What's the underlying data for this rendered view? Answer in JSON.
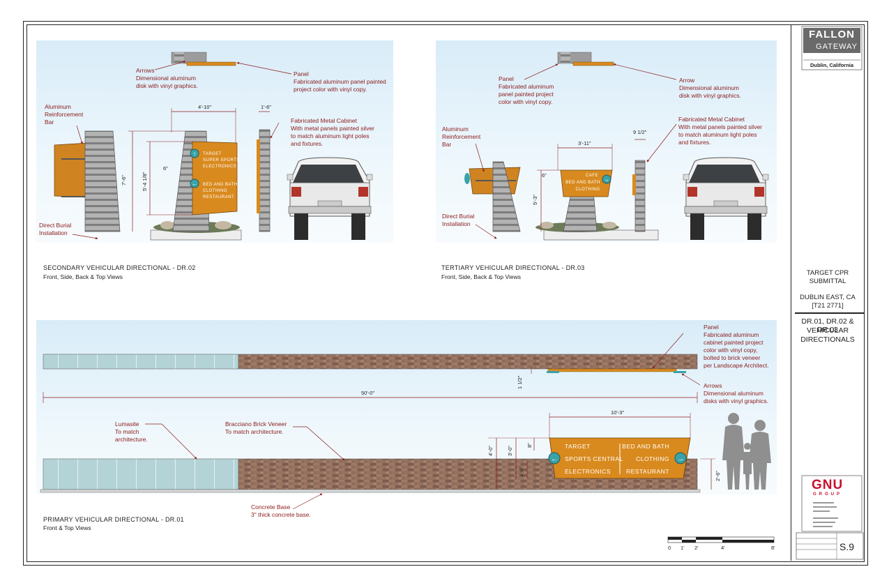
{
  "titleblock": {
    "logo_line1": "FALLON",
    "logo_line2": "GATEWAY",
    "logo_location": "Dublin, California",
    "project_line1": "TARGET CPR",
    "project_line2": "SUBMITTAL",
    "site_line1": "DUBLIN EAST, CA",
    "site_line2": "[T21 2771]",
    "sheet_title_line1": "DR.01, DR.02 & DR.03",
    "sheet_title_line2": "VEHICULAR",
    "sheet_title_line3": "DIRECTIONALS",
    "firm_logo": "GNU",
    "firm_sub": "GROUP",
    "sheet_number": "S.9"
  },
  "secondary": {
    "caption_title": "SECONDARY VEHICULAR DIRECTIONAL - DR.02",
    "caption_sub": "Front, Side, Back & Top Views",
    "ann_arrows": "Arrows\nDimensional aluminum\ndisk with vinyl graphics.",
    "ann_panel": "Panel\nFabricated aluminum panel painted\nproject color with vinyl copy.",
    "ann_reinforce": "Aluminum\nReinforcement\nBar",
    "ann_cabinet": "Fabricated Metal Cabinet\nWith metal panels painted silver\nto match aluminum light poles\nand fixtures.",
    "ann_burial": "Direct Burial\nInstallation",
    "dim_width": "4'-10\"",
    "dim_depth": "1'-6\"",
    "dim_height": "7'-6\"",
    "dim_panel": "5'-4 1/8\"",
    "dim_small": "6\"",
    "sign_line1": "TARGET",
    "sign_line2": "SUPER SPORTS",
    "sign_line3": "ELECTRONICS",
    "sign_line4": "BED AND BATH",
    "sign_line5": "CLOTHING",
    "sign_line6": "RESTAURANT"
  },
  "tertiary": {
    "caption_title": "TERTIARY VEHICULAR DIRECTIONAL - DR.03",
    "caption_sub": "Front, Side, Back & Top Views",
    "ann_panel": "Panel\nFabricated aluminum\npanel painted project\ncolor with vinyl copy.",
    "ann_arrow": "Arrow\nDimensional aluminum\ndisk with vinyl graphics.",
    "ann_reinforce": "Aluminum\nReinforcement\nBar",
    "ann_cabinet": "Fabricated Metal Cabinet\nWith metal panels painted silver\nto match aluminum light poles\nand fixtures.",
    "ann_burial": "Direct Burial\nInstallation",
    "dim_width": "3'-11\"",
    "dim_depth": "9 1/2\"",
    "dim_height": "5'-3\"",
    "dim_small": "6\"",
    "sign_line1": "CAFE",
    "sign_line2": "BED AND BATH",
    "sign_line3": "CLOTHING"
  },
  "primary": {
    "caption_title": "PRIMARY VEHICULAR DIRECTIONAL - DR.01",
    "caption_sub": "Front & Top Views",
    "ann_panel": "Panel\nFabricated aluminum\ncabinet painted project\ncolor with vinyl copy,\nbolted to brick veneer\nper Landscape Architect.",
    "ann_arrows": "Arrows\nDimensional aluminum\ndisks with vinyl graphics.",
    "ann_lumasite": "Lumasite\nTo match\narchitecture.",
    "ann_brick": "Bracciano Brick Veneer\nTo match architecture.",
    "ann_base": "Concrete Base\n3\" thick concrete base.",
    "dim_overall": "50'-0\"",
    "dim_panel": "10'-3\"",
    "dim_top": "1 1/2\"",
    "dim_h1": "4'-0\"",
    "dim_h2": "3'-0\"",
    "dim_h3": "1'-0\"",
    "dim_h4": "8\"",
    "dim_h5": "2'-6\"",
    "sign_left_1": "TARGET",
    "sign_left_2": "SPORTS CENTRAL",
    "sign_left_3": "ELECTRONICS",
    "sign_right_1": "BED AND BATH",
    "sign_right_2": "CLOTHING",
    "sign_right_3": "RESTAURANT"
  },
  "scale": {
    "labels": [
      "0",
      "1'",
      "2'",
      "4'",
      "8'"
    ]
  },
  "colors": {
    "sign_orange": "#d98a1e",
    "annotation_red": "#8b1a1a",
    "sky_blue": "#d8ecf8",
    "brick": "#8a6a5a",
    "glass": "#b6d5d8",
    "metal_gray": "#a8a8a8"
  }
}
